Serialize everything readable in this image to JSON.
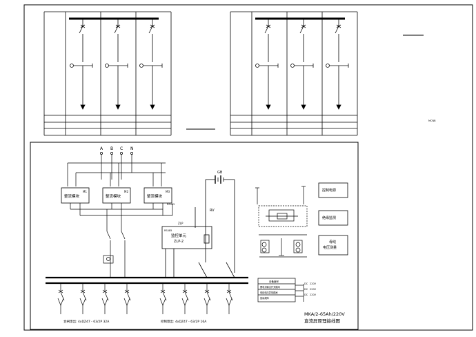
{
  "diagram": {
    "side_label": "MCNB",
    "bus_labels": [
      "A",
      "B",
      "C",
      "N"
    ],
    "modules": [
      {
        "label": "整流模块",
        "tag": "M1"
      },
      {
        "label": "整流模块",
        "tag": "M2"
      },
      {
        "label": "整流模块",
        "tag": "M3"
      }
    ],
    "module3_sub": "RS485",
    "monitor": {
      "title": "监控单元",
      "model": "ZLP-2",
      "left_tag": "RS485",
      "right_tag": "ZLP"
    },
    "battery_label": "GB",
    "fuse_label": "RV",
    "right_boxes": [
      "控制电源",
      "绝缘监测",
      "母线\n电压测量"
    ],
    "legend": {
      "title": "设备编号",
      "rows": [
        "蓄电池输出开关跳闸",
        "母线电压异常跳闸",
        "绝缘故障"
      ]
    },
    "voltage_tags": [
      "DC",
      "220V",
      "DC",
      "220V",
      "DC",
      "220V"
    ],
    "feeder_note_left": "合闸馈出: 4xDZ47 - 63/2P 32A",
    "feeder_note_right": "控制馈出: 4xDZ47 - 63/2P 16A",
    "title_line1": "MKA/2-65Ah/220V",
    "title_line2": "直流屏原理接线图"
  }
}
